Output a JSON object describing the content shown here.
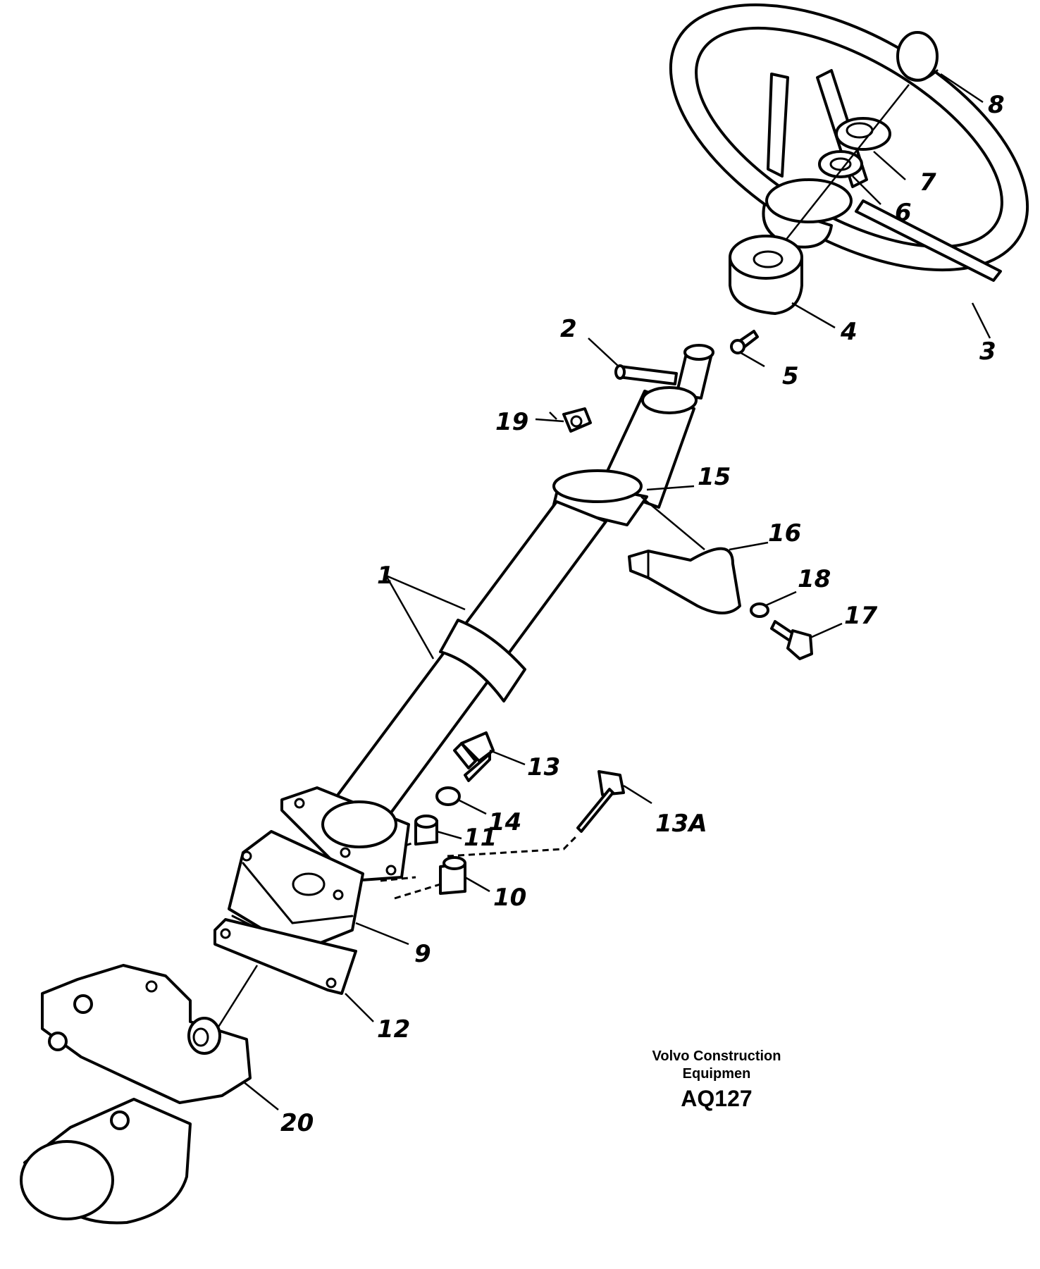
{
  "diagram": {
    "reference": {
      "company_line1": "Volvo Construction",
      "company_line2": "Equipmen",
      "code": "AQ127"
    },
    "callouts": [
      "1",
      "2",
      "3",
      "4",
      "5",
      "6",
      "7",
      "8",
      "9",
      "10",
      "11",
      "12",
      "13",
      "13A",
      "14",
      "15",
      "16",
      "17",
      "18",
      "19",
      "20"
    ]
  }
}
